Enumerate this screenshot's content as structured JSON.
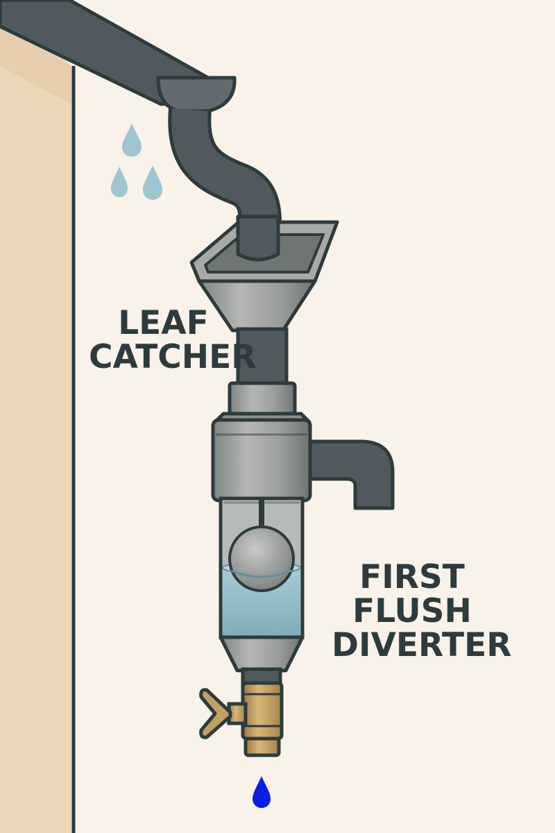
{
  "labels": {
    "leaf_catcher": {
      "line1": "LEAF",
      "line2": "CATCHER"
    },
    "first_flush_diverter": {
      "line1": "FIRST",
      "line2": "FLUSH",
      "line3": "DIVERTER"
    }
  },
  "colors": {
    "background": "#f8f2e8",
    "wall": "#ecd6b8",
    "outline": "#2d3b3c",
    "pipe_dark": "#505a5e",
    "metal_grey": "#9a9e9b",
    "water": "#8fb9c6",
    "brass": "#c2a064",
    "raindrop": "#9fc6cf",
    "drip": "#0c1fe0"
  },
  "icons": [
    "raindrop-icon",
    "valve-icon"
  ]
}
